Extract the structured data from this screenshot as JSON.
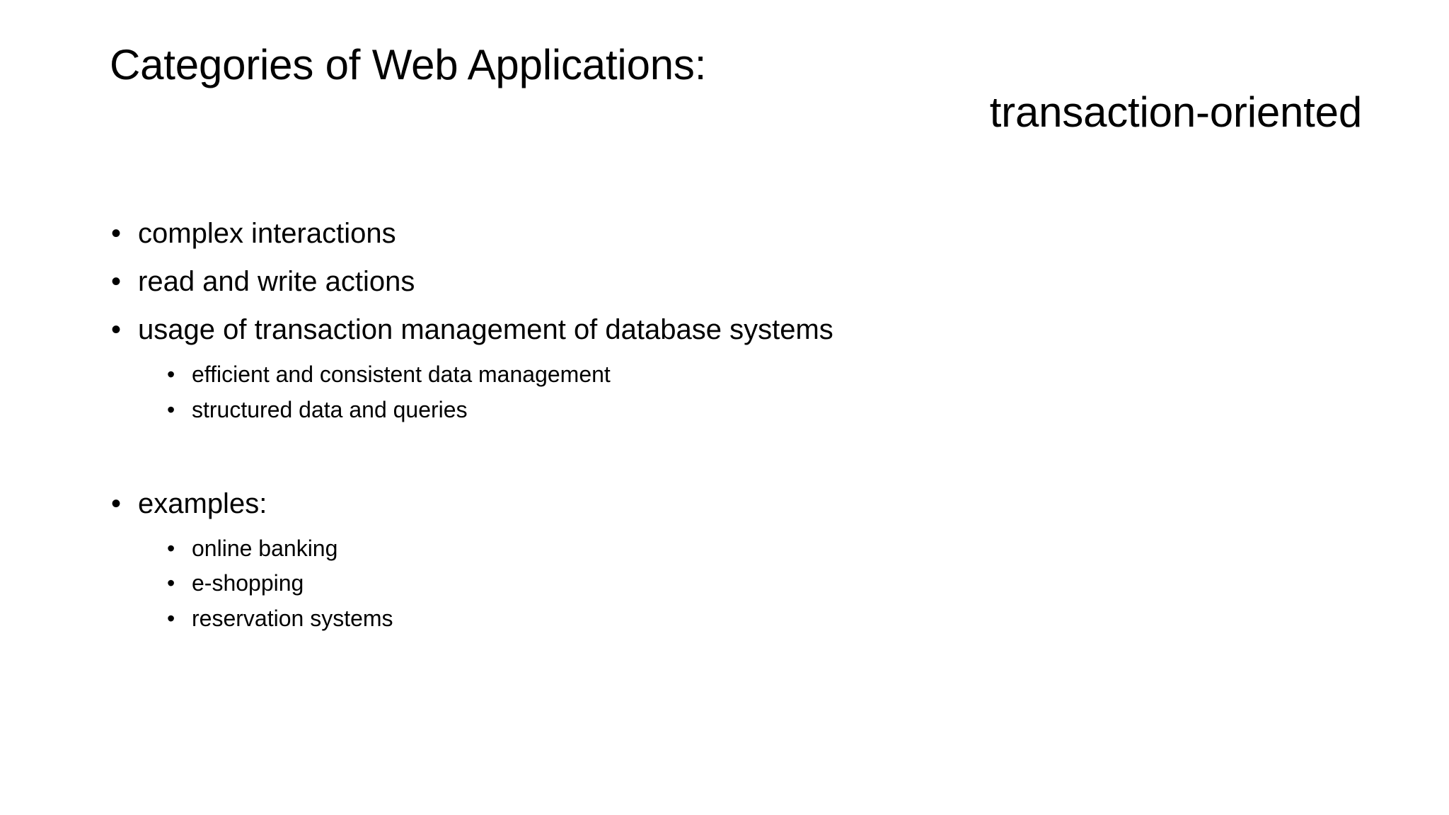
{
  "slide": {
    "background_color": "#ffffff",
    "text_color": "#000000",
    "title": {
      "line1": "Categories of Web Applications:",
      "line2": "transaction-oriented"
    },
    "bullet_glyph": "•",
    "body": {
      "items": [
        {
          "level": 1,
          "text": "complex interactions",
          "children": []
        },
        {
          "level": 1,
          "text": "read and write actions",
          "children": []
        },
        {
          "level": 1,
          "text": "usage of transaction management of database systems",
          "children": [
            {
              "level": 2,
              "text": "efficient and consistent data management"
            },
            {
              "level": 2,
              "text": "structured data and queries"
            }
          ]
        },
        {
          "level": 1,
          "text": "examples:",
          "children": [
            {
              "level": 2,
              "text": "online banking"
            },
            {
              "level": 2,
              "text": "e-shopping"
            },
            {
              "level": 2,
              "text": "reservation systems"
            }
          ]
        }
      ]
    }
  }
}
